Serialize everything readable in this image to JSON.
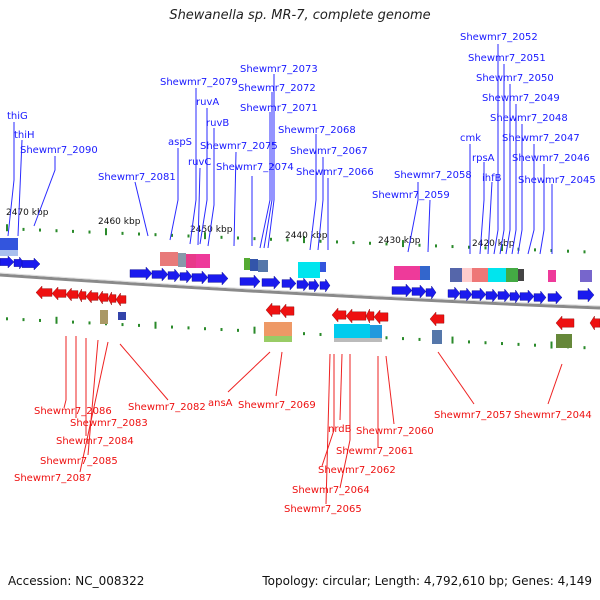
{
  "title": "Shewanella sp. MR-7, complete genome",
  "footer": {
    "accession": "Accession: NC_008322",
    "summary": "Topology: circular; Length: 4,792,610 bp; Genes: 4,149"
  },
  "colors": {
    "forward": "#1a1aee",
    "reverse": "#ee1111",
    "backbone": "#8a8a8a",
    "tick": "#2a8a2a"
  },
  "scale_labels": [
    "2470 kbp",
    "2460 kbp",
    "2450 kbp",
    "2440 kbp",
    "2430 kbp",
    "2420 kbp"
  ],
  "top_labels": [
    "thiG",
    "thiH",
    "Shewmr7_2090",
    "Shewmr7_2081",
    "aspS",
    "Shewmr7_2079",
    "ruvA",
    "ruvB",
    "ruvC",
    "Shewmr7_2075",
    "Shewmr7_2074",
    "Shewmr7_2073",
    "Shewmr7_2072",
    "Shewmr7_2071",
    "Shewmr7_2068",
    "Shewmr7_2067",
    "Shewmr7_2066",
    "Shewmr7_2058",
    "Shewmr7_2059",
    "cmk",
    "rpsA",
    "ihfB",
    "Shewmr7_2052",
    "Shewmr7_2051",
    "Shewmr7_2050",
    "Shewmr7_2049",
    "Shewmr7_2048",
    "Shewmr7_2047",
    "Shewmr7_2046",
    "Shewmr7_2045"
  ],
  "bottom_labels": [
    "Shewmr7_2086",
    "Shewmr7_2083",
    "Shewmr7_2084",
    "Shewmr7_2085",
    "Shewmr7_2087",
    "Shewmr7_2082",
    "ansA",
    "Shewmr7_2069",
    "nrdB",
    "Shewmr7_2060",
    "Shewmr7_2061",
    "Shewmr7_2062",
    "Shewmr7_2064",
    "Shewmr7_2065",
    "Shewmr7_2057",
    "Shewmr7_2044"
  ]
}
